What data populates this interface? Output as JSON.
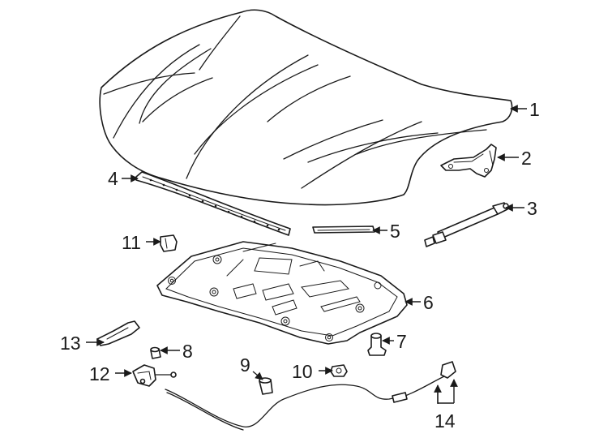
{
  "callouts": [
    {
      "n": "1"
    },
    {
      "n": "2"
    },
    {
      "n": "3"
    },
    {
      "n": "4"
    },
    {
      "n": "5"
    },
    {
      "n": "6"
    },
    {
      "n": "7"
    },
    {
      "n": "8"
    },
    {
      "n": "9"
    },
    {
      "n": "10"
    },
    {
      "n": "11"
    },
    {
      "n": "12"
    },
    {
      "n": "13"
    },
    {
      "n": "14"
    }
  ],
  "colors": {
    "line": "#1a1a1a",
    "background": "#ffffff"
  }
}
